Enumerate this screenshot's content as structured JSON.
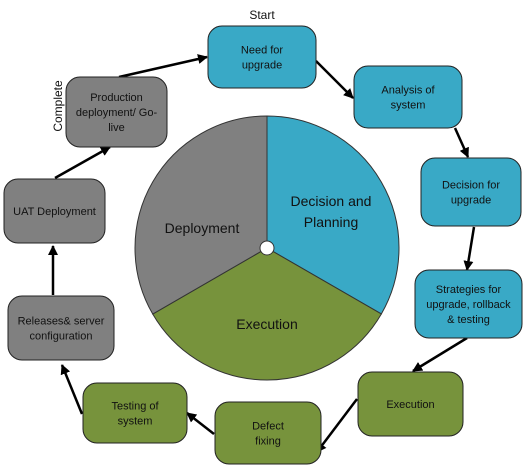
{
  "labels": {
    "start": "Start",
    "complete": "Complete"
  },
  "pie": {
    "segments": [
      {
        "key": "decision",
        "label_lines": [
          "Decision and",
          "Planning"
        ],
        "color": "#39A9C6",
        "share": 0.3333
      },
      {
        "key": "execution",
        "label_lines": [
          "Execution"
        ],
        "color": "#77933C",
        "share": 0.3333
      },
      {
        "key": "deployment",
        "label_lines": [
          "Deployment"
        ],
        "color": "#808080",
        "share": 0.3334
      }
    ]
  },
  "steps": [
    {
      "key": "need",
      "lines": [
        "Need for",
        "upgrade"
      ],
      "phase": "decision",
      "color": "#39A9C6"
    },
    {
      "key": "analysis",
      "lines": [
        "Analysis of",
        "system"
      ],
      "phase": "decision",
      "color": "#39A9C6"
    },
    {
      "key": "decision",
      "lines": [
        "Decision for",
        "upgrade"
      ],
      "phase": "decision",
      "color": "#39A9C6"
    },
    {
      "key": "strategies",
      "lines": [
        "Strategies for",
        "upgrade, rollback",
        "& testing"
      ],
      "phase": "decision",
      "color": "#39A9C6"
    },
    {
      "key": "execution",
      "lines": [
        "Execution"
      ],
      "phase": "execution",
      "color": "#77933C"
    },
    {
      "key": "defect",
      "lines": [
        "Defect",
        "fixing"
      ],
      "phase": "execution",
      "color": "#77933C"
    },
    {
      "key": "testing",
      "lines": [
        "Testing of",
        "system"
      ],
      "phase": "execution",
      "color": "#77933C"
    },
    {
      "key": "releases",
      "lines": [
        "Releases& server",
        "configuration"
      ],
      "phase": "deployment",
      "color": "#808080"
    },
    {
      "key": "uat",
      "lines": [
        "UAT Deployment"
      ],
      "phase": "deployment",
      "color": "#808080"
    },
    {
      "key": "production",
      "lines": [
        "Production",
        "deployment/ Go-",
        "live"
      ],
      "phase": "deployment",
      "color": "#808080"
    }
  ]
}
